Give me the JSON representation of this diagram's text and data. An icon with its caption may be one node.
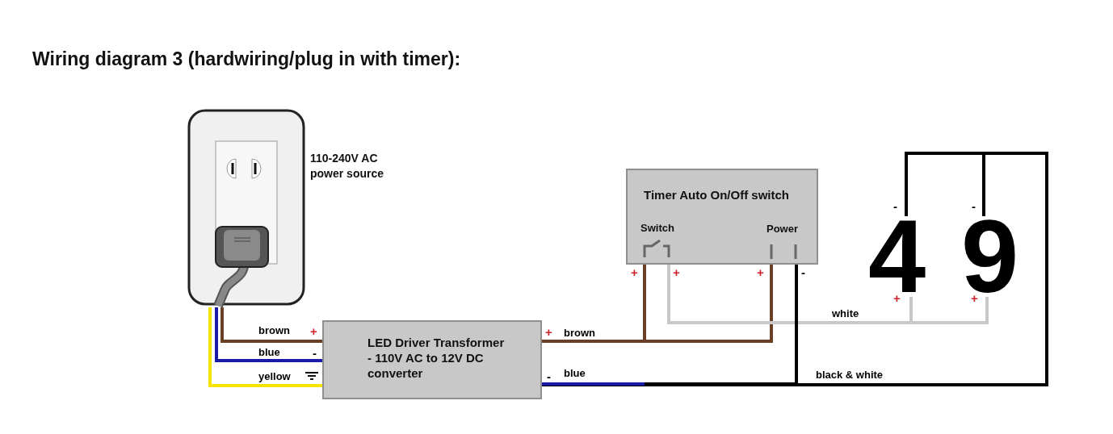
{
  "diagram": {
    "title": "Wiring diagram 3 (hardwiring/plug in with timer):",
    "nodes": [
      {
        "text": [],
        "shape": "picture",
        "beside": [
          "110-240V AC power source"
        ]
      },
      {
        "text": [
          "LED Driver Transformer - 110V AC to 12V DC converter"
        ]
      },
      {
        "text": [
          "Timer Auto On/Off switch",
          "Switch",
          "Power"
        ]
      },
      {
        "text": [
          "4"
        ]
      },
      {
        "text": [
          "9"
        ]
      }
    ],
    "edges": [
      {
        "from": 0,
        "to": 1,
        "arrow": "none",
        "label": "brown",
        "color": "#6b3e26"
      },
      {
        "from": 0,
        "to": 1,
        "arrow": "none",
        "label": "blue",
        "color": "#1a1aa8"
      },
      {
        "from": 0,
        "to": 1,
        "arrow": "none",
        "label": "yellow",
        "color": "#f5e400"
      },
      {
        "from": 1,
        "to": 2,
        "arrow": "none",
        "label": "brown",
        "color": "#6b3e26"
      },
      {
        "from": 1,
        "to": 2,
        "arrow": "none",
        "label": "blue",
        "color": "#1a1aa8"
      },
      {
        "from": 2,
        "to": 3,
        "arrow": "none",
        "label": "white",
        "color": "#c8c8c8"
      },
      {
        "from": 2,
        "to": 4,
        "arrow": "none",
        "color": "#c8c8c8"
      },
      {
        "from": 1,
        "to": 3,
        "arrow": "none",
        "label": "black & white",
        "color": "#000000"
      },
      {
        "from": 1,
        "to": 4,
        "arrow": "none",
        "color": "#000000"
      }
    ],
    "labels": [
      "-",
      "-",
      "+",
      "+",
      "+",
      "-",
      "+",
      "+",
      "+",
      "+",
      "-",
      "-"
    ]
  }
}
